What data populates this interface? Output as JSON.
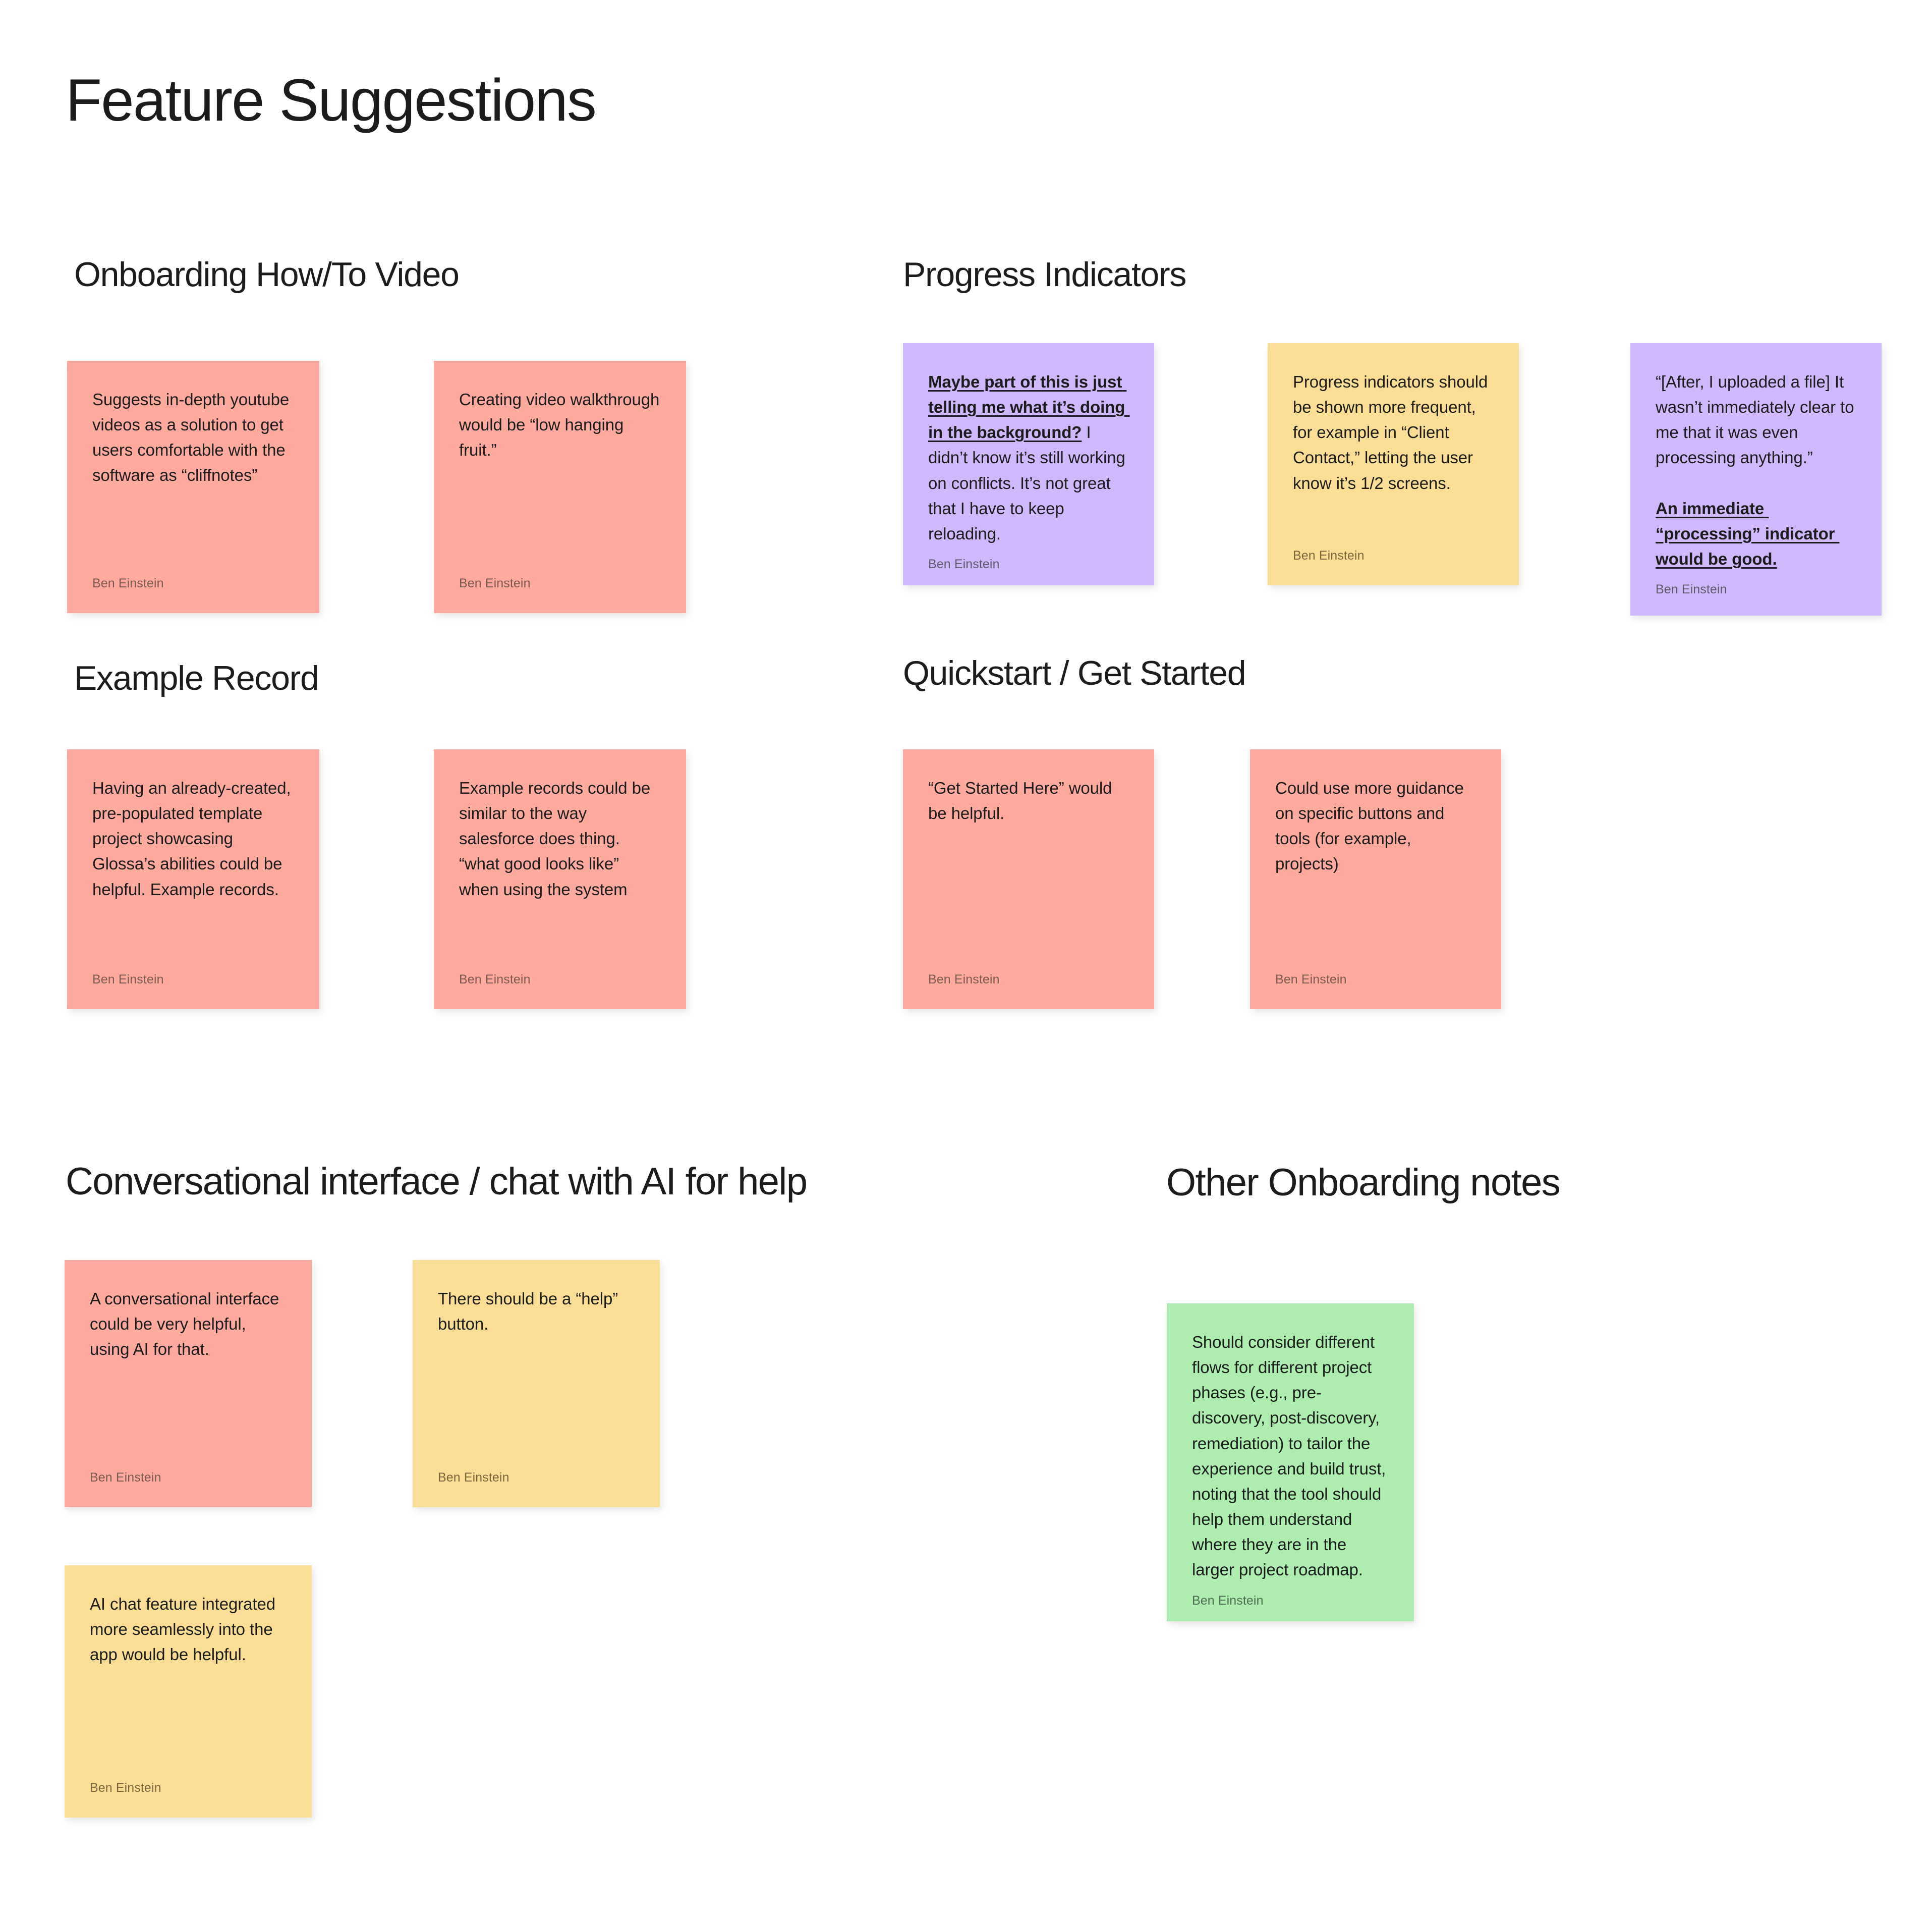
{
  "page": {
    "title": "Feature Suggestions",
    "background": "#ffffff"
  },
  "colors": {
    "pink": "#FFAA9E",
    "yellow": "#FBDE96",
    "purple": "#D1B8FC",
    "green": "#ADEDB0",
    "text": "#1c1c1c"
  },
  "sections": [
    {
      "id": "onboarding-how-to-video",
      "title": "Onboarding How/To Video",
      "notes": [
        {
          "id": "note-youtube-cliffnotes",
          "color": "pink",
          "author": "Ben Einstein",
          "body": "Suggests in-depth youtube videos as a solution to get users comfortable with the software as “cliffnotes”"
        },
        {
          "id": "note-video-walkthrough",
          "color": "pink",
          "author": "Ben Einstein",
          "body": "Creating video walkthrough would be “low hanging fruit.”"
        }
      ]
    },
    {
      "id": "progress-indicators",
      "title": "Progress Indicators",
      "notes": [
        {
          "id": "note-background-work",
          "color": "purple",
          "author": "Ben Einstein",
          "highlight": "Maybe part of this is just telling me what it’s doing in the background?",
          "body": " I didn’t know it’s still working on conflicts. It’s not great that I have to keep reloading."
        },
        {
          "id": "note-more-frequent-indicators",
          "color": "yellow",
          "author": "Ben Einstein",
          "body": "Progress indicators should be shown more frequent, for example in “Client Contact,” letting the user know it’s 1/2 screens."
        },
        {
          "id": "note-processing-indicator",
          "color": "purple",
          "author": "Ben Einstein",
          "body": "“[After, I uploaded a file] It wasn’t immediately clear to me that it was even processing anything.”\n\n",
          "highlight_after": "An immediate “processing” indicator would be good."
        }
      ]
    },
    {
      "id": "example-record",
      "title": "Example Record",
      "notes": [
        {
          "id": "note-template-project",
          "color": "pink",
          "author": "Ben Einstein",
          "body": "Having an already-created, pre-populated template project showcasing Glossa’s abilities could be helpful. Example records."
        },
        {
          "id": "note-salesforce-style",
          "color": "pink",
          "author": "Ben Einstein",
          "body": "Example records could be similar to the way salesforce does thing. “what good looks like” when using the system"
        }
      ]
    },
    {
      "id": "quickstart-get-started",
      "title": "Quickstart / Get Started",
      "notes": [
        {
          "id": "note-get-started-here",
          "color": "pink",
          "author": "Ben Einstein",
          "body": "“Get Started Here” would be helpful."
        },
        {
          "id": "note-more-guidance-buttons",
          "color": "pink",
          "author": "Ben Einstein",
          "body": "Could use more guidance on specific buttons and tools (for example, projects)"
        }
      ]
    },
    {
      "id": "conversational-interface",
      "title": "Conversational interface / chat with AI for help",
      "notes": [
        {
          "id": "note-conversational-interface",
          "color": "pink",
          "author": "Ben Einstein",
          "body": "A conversational interface could be very helpful, using AI for that."
        },
        {
          "id": "note-help-button",
          "color": "yellow",
          "author": "Ben Einstein",
          "body": "There should be a “help” button."
        },
        {
          "id": "note-ai-chat-integrated",
          "color": "yellow",
          "author": "Ben Einstein",
          "body": "AI chat feature integrated more seamlessly into the app would be helpful."
        }
      ]
    },
    {
      "id": "other-onboarding-notes",
      "title": "Other Onboarding notes",
      "notes": [
        {
          "id": "note-project-phases",
          "color": "green",
          "author": "Ben Einstein",
          "body": "Should consider different flows for different project phases (e.g., pre-discovery, post-discovery, remediation) to tailor the experience and build trust, noting that the tool should help them understand where they are in the larger project roadmap."
        }
      ]
    }
  ]
}
